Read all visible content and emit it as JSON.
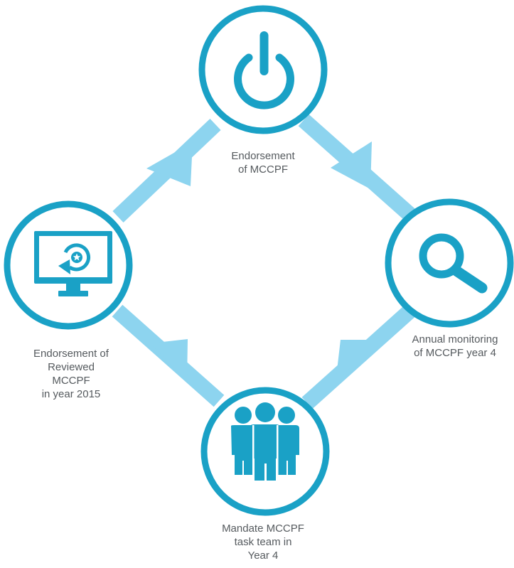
{
  "colors": {
    "primary": "#1aa1c6",
    "arrow": "#8dd4ef",
    "text": "#555a5e"
  },
  "nodes": [
    {
      "id": "endorsement",
      "icon": "power-icon",
      "label": "Endorsement\nof MCCPF"
    },
    {
      "id": "annual-monitoring",
      "icon": "magnifier-icon",
      "label": "Annual monitoring\nof MCCPF year 4"
    },
    {
      "id": "task-team",
      "icon": "people-group-icon",
      "label": "Mandate MCCPF\ntask team in\nYear 4"
    },
    {
      "id": "reviewed",
      "icon": "monitor-refresh-icon",
      "label": "Endorsement of\nReviewed\nMCCPF\nin year 2015"
    }
  ],
  "flow": [
    "endorsement",
    "annual-monitoring",
    "task-team",
    "reviewed",
    "endorsement"
  ]
}
